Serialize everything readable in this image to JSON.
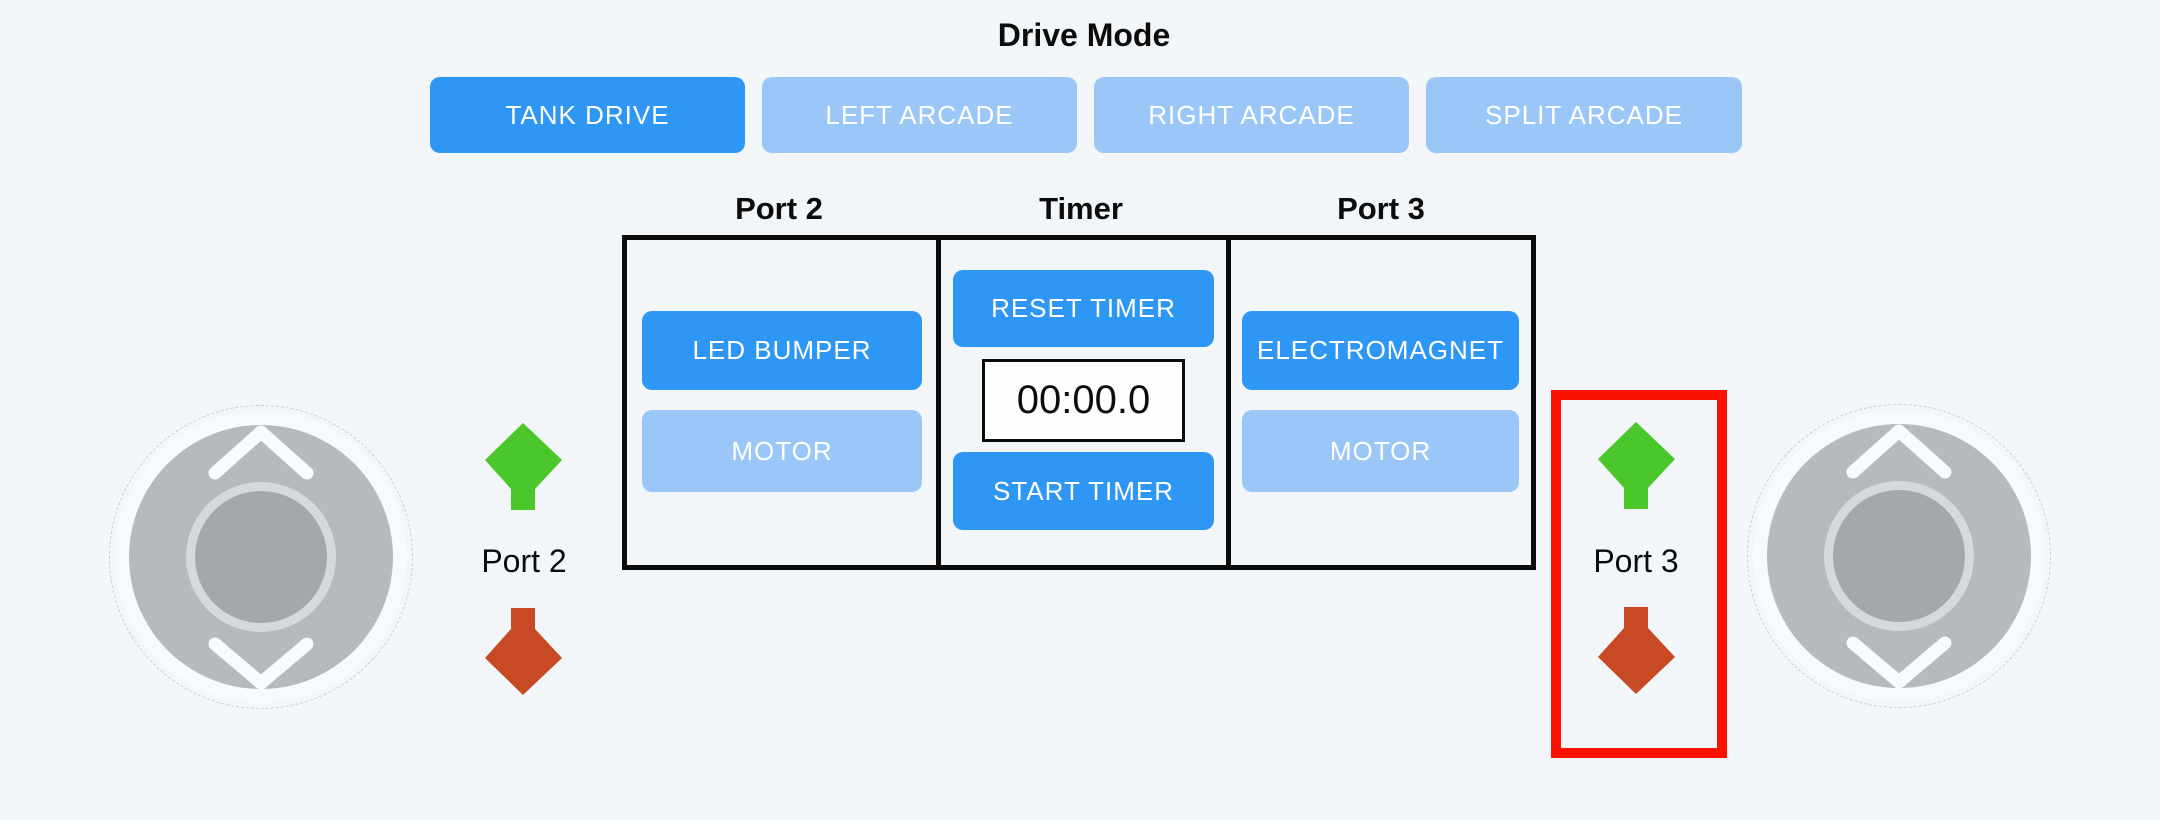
{
  "drive_mode": {
    "title": "Drive Mode",
    "options": [
      {
        "label": "TANK DRIVE",
        "active": true
      },
      {
        "label": "LEFT ARCADE",
        "active": false
      },
      {
        "label": "RIGHT ARCADE",
        "active": false
      },
      {
        "label": "SPLIT ARCADE",
        "active": false
      }
    ]
  },
  "panel": {
    "port2": {
      "header": "Port 2",
      "primary_button": "LED BUMPER",
      "secondary_button": "MOTOR"
    },
    "timer": {
      "header": "Timer",
      "reset_button": "RESET TIMER",
      "display": "00:00.0",
      "start_button": "START TIMER"
    },
    "port3": {
      "header": "Port 3",
      "primary_button": "ELECTROMAGNET",
      "secondary_button": "MOTOR"
    }
  },
  "left_control": {
    "label": "Port 2",
    "up_icon": "green-up-arrow",
    "down_icon": "red-down-arrow"
  },
  "right_control": {
    "label": "Port 3",
    "up_icon": "green-up-arrow",
    "down_icon": "red-down-arrow",
    "highlighted": true
  },
  "joysticks": {
    "left_icons": [
      "chevron-up",
      "chevron-down"
    ],
    "right_icons": [
      "chevron-up",
      "chevron-down"
    ]
  },
  "colors": {
    "background": "#f2f6f8",
    "primary_button": "#2e96f4",
    "secondary_button": "#9ac7f7",
    "button_text": "#ffffff",
    "panel_border": "#0c0c0c",
    "timer_bg": "#fdfeff",
    "green_arrow": "#4cc72b",
    "red_arrow": "#c74a24",
    "highlight": "#fa1100",
    "joystick_base": "#b6babd",
    "joystick_knob": "#a4a8ab",
    "joystick_knob_ring": "#d6d9db",
    "joystick_outer": "#f6fafc"
  }
}
